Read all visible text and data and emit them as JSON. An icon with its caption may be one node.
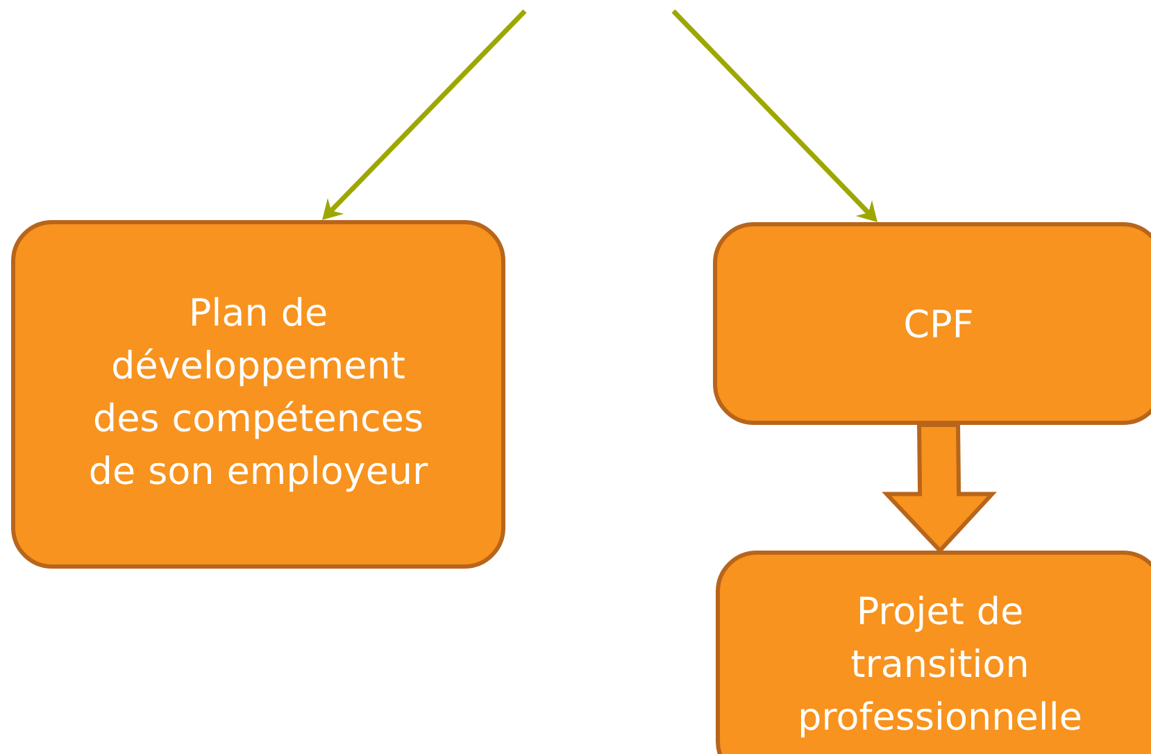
{
  "diagram": {
    "nodes": [
      {
        "text": [
          "Plan de développement des compétences de son employeur"
        ]
      },
      {
        "text": [
          "CPF"
        ]
      },
      {
        "text": [
          "Projet de transition professionnelle"
        ]
      }
    ],
    "edges": [
      {
        "from": null,
        "to": 0,
        "arrow": "to"
      },
      {
        "from": null,
        "to": 1,
        "arrow": "to"
      },
      {
        "from": 1,
        "to": 2,
        "arrow": "to",
        "style": "thick",
        "color": "#f7931e"
      }
    ]
  }
}
